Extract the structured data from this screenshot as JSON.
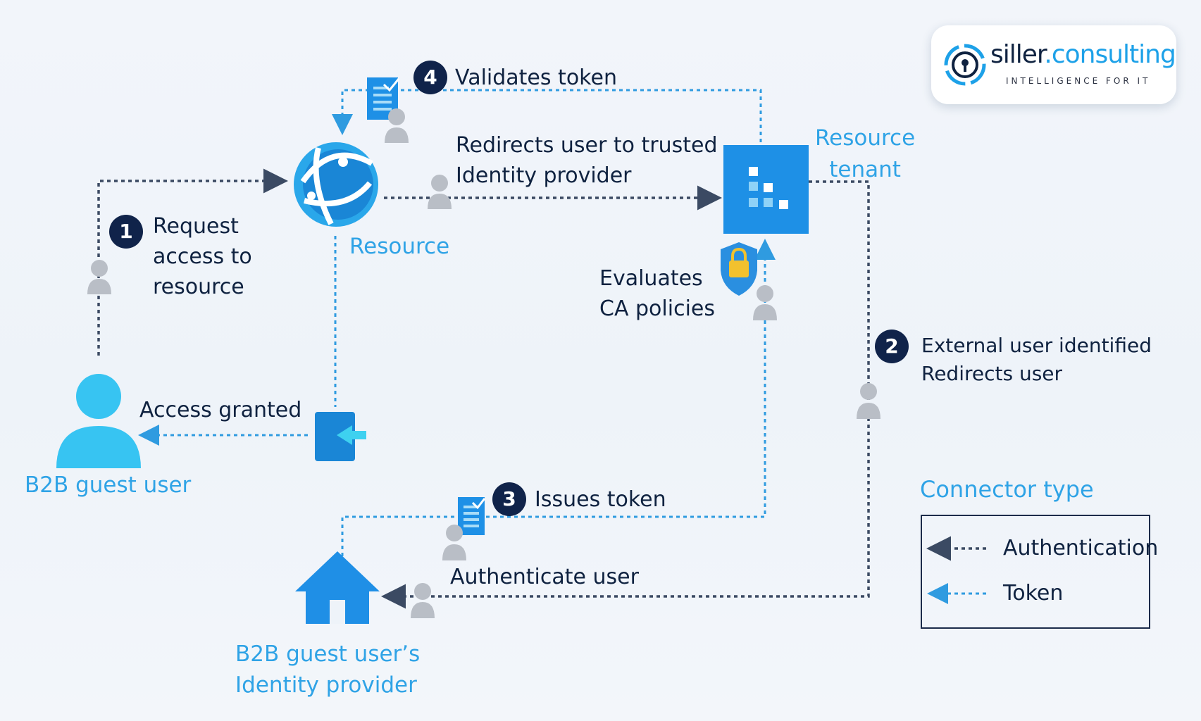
{
  "brand": {
    "name_part1": "siller",
    "name_part2": ".consulting",
    "tagline": "INTELLIGENCE FOR IT",
    "color_dark": "#0f2240",
    "color_accent": "#1da1e8"
  },
  "nodes": {
    "resource": "Resource",
    "resource_tenant": "Resource\ntenant",
    "b2b_guest_user": "B2B guest user",
    "identity_provider": "B2B guest user’s\nIdentity provider"
  },
  "steps": [
    {
      "number": "1",
      "label": "Request\naccess to\nresource"
    },
    {
      "number": "2",
      "label": "External user identified\nRedirects user"
    },
    {
      "number": "3",
      "label": "Issues token"
    },
    {
      "number": "4",
      "label": "Validates token"
    }
  ],
  "annotations": {
    "redirect": "Redirects user to trusted\nIdentity provider",
    "evaluates": "Evaluates\nCA policies",
    "access_granted": "Access granted",
    "authenticate": "Authenticate user"
  },
  "legend": {
    "title": "Connector type",
    "items": [
      {
        "label": "Authentication",
        "color": "#3b4a63"
      },
      {
        "label": "Token",
        "color": "#2f9be0"
      }
    ]
  },
  "icons": [
    "globe-icon",
    "tenant-icon",
    "shield-lock-icon",
    "user-icon",
    "home-icon",
    "signin-icon",
    "token-document-icon",
    "person-icon"
  ],
  "colors": {
    "auth_line": "#3b4a63",
    "token_line": "#2f9be0",
    "step_badge": "#10234a",
    "label_blue": "#2fa3e6"
  }
}
